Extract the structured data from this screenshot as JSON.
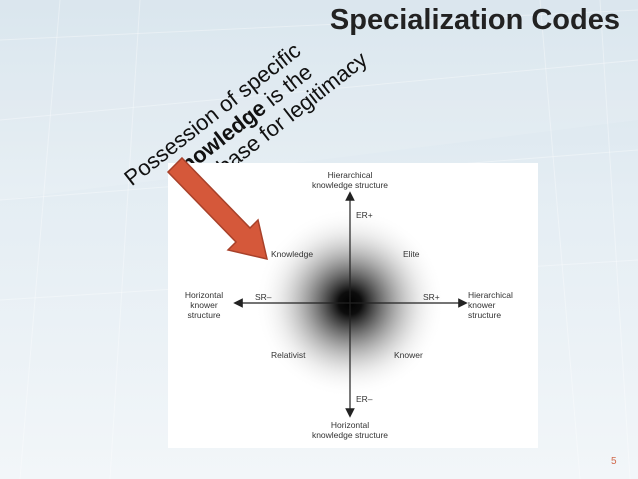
{
  "slide": {
    "title": "Specialization Codes",
    "page_number": "5",
    "annotation": {
      "line1": "Possession of specific",
      "line2_bold": "knowledge",
      "line2_rest": " is the",
      "line3": "base for legitimacy"
    }
  },
  "figure": {
    "top_axis_label_1": "Hierarchical",
    "top_axis_label_2": "knowledge structure",
    "bottom_axis_label_1": "Horizontal",
    "bottom_axis_label_2": "knowledge structure",
    "left_axis_label_1": "Horizontal",
    "left_axis_label_2": "knower",
    "left_axis_label_3": "structure",
    "right_axis_label_1": "Hierarchical",
    "right_axis_label_2": "knower",
    "right_axis_label_3": "structure",
    "er_plus": "ER+",
    "er_minus": "ER–",
    "sr_minus": "SR–",
    "sr_plus": "SR+",
    "quadrants": {
      "top_left": "Knowledge",
      "top_right": "Elite",
      "bottom_left": "Relativist",
      "bottom_right": "Knower"
    }
  },
  "colors": {
    "arrow_fill": "#d5583a",
    "arrow_stroke": "#a8412a",
    "page_number": "#d06a4c"
  }
}
